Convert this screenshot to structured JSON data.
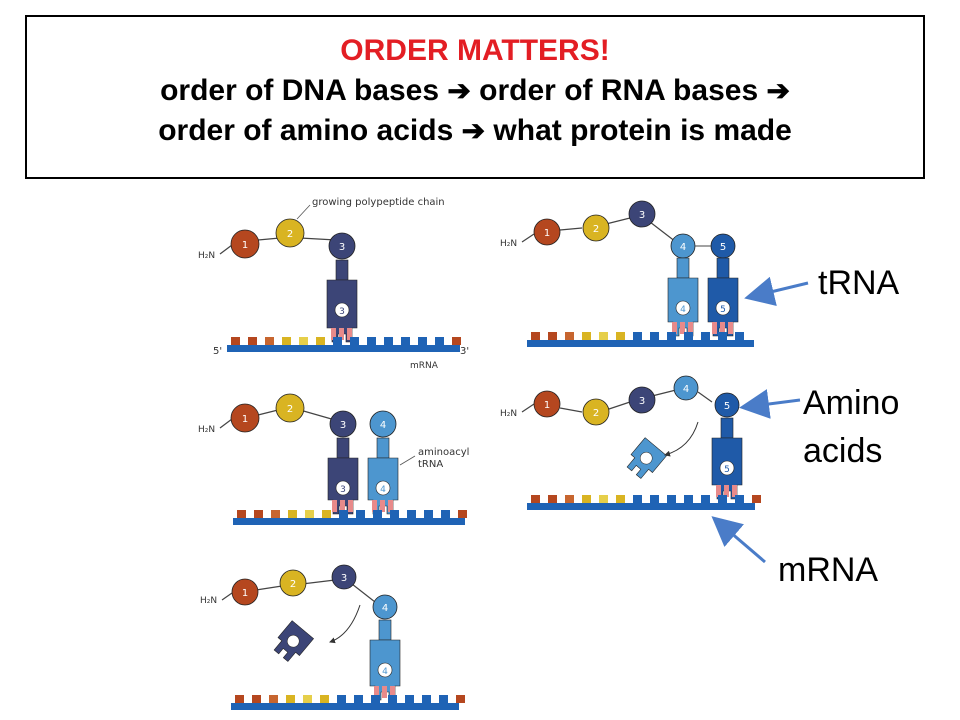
{
  "header": {
    "title": "ORDER MATTERS!",
    "line1": {
      "a": "order of DNA bases",
      "b": "order of RNA bases"
    },
    "line2": {
      "a": "order of amino acids",
      "b": "what protein is made"
    },
    "arrow_glyph": "➔",
    "title_color": "#e31e24"
  },
  "labels": {
    "trna": "tRNA",
    "amino_line1": "Amino",
    "amino_line2": "acids",
    "mrna": "mRNA",
    "arrow_color": "#4a7cc8"
  },
  "figure": {
    "growing_chain": "growing polypeptide chain",
    "h2n": "H₂N",
    "five_prime": "5'",
    "three_prime": "3'",
    "mrna": "mRNA",
    "aminoacyl_line1": "aminoacyl",
    "aminoacyl_line2": "tRNA",
    "residue_numbers": [
      "1",
      "2",
      "3",
      "4",
      "5"
    ],
    "colors": {
      "aa1": "#b5471f",
      "aa2": "#d9b422",
      "aa3": "#3c4577",
      "aa4": "#4d96cf",
      "aa5": "#1f5aa8",
      "strand": "#1f63b5"
    }
  }
}
